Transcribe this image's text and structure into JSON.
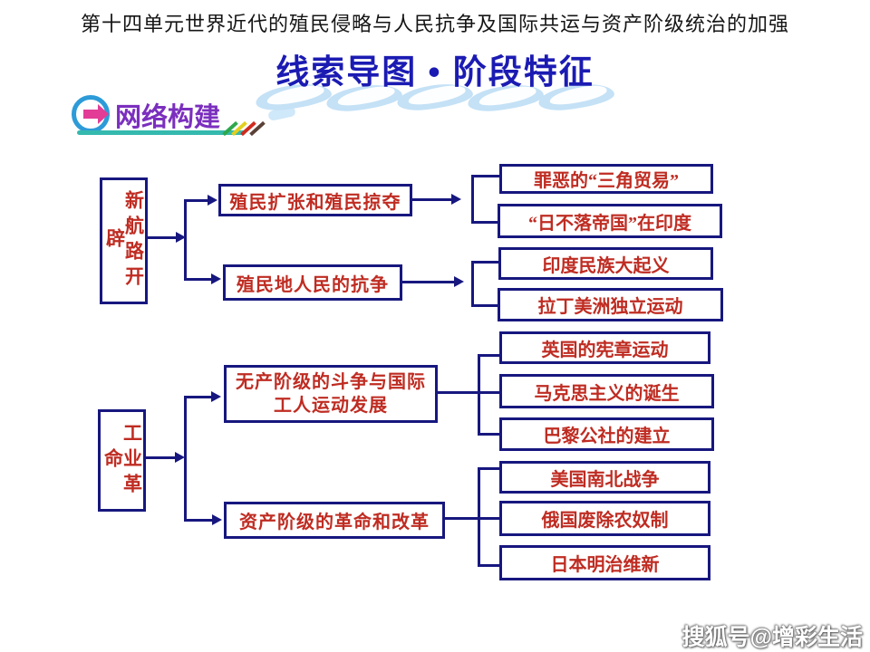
{
  "header": {
    "unit_title": "第十四单元世界近代的殖民侵略与人民抗争及国际共运与资产阶级统治的加强",
    "banner_title": "线索导图 • 阶段特征"
  },
  "badge": {
    "label": "网络构建"
  },
  "colors": {
    "box_border": "#17177f",
    "box_text_red": "#bf2c22",
    "banner_blue": "#1b1bb3",
    "cloud_blue": "#c4e1f6",
    "badge_purple": "#7b2fbe",
    "badge_teal": "#35b9ae",
    "ring_blue": "#2d9bd8",
    "arrow_pink": "#e23c96"
  },
  "diagram": {
    "groups": [
      {
        "root": "新航路开辟",
        "branches": [
          {
            "label": "殖民扩张和殖民掠夺",
            "children": [
              "罪恶的“三角贸易”",
              "“日不落帝国”在印度"
            ]
          },
          {
            "label": "殖民地人民的抗争",
            "children": [
              "印度民族大起义",
              "拉丁美洲独立运动"
            ]
          }
        ]
      },
      {
        "root": "工业革命",
        "branches": [
          {
            "label": "无产阶级的斗争与国际工人运动发展",
            "label_lines": [
              "无产阶级的斗争与国际",
              "工人运动发展"
            ],
            "children": [
              "英国的宪章运动",
              "马克思主义的诞生",
              "巴黎公社的建立"
            ]
          },
          {
            "label": "资产阶级的革命和改革",
            "children": [
              "美国南北战争",
              "俄国废除农奴制",
              "日本明治维新"
            ]
          }
        ]
      }
    ]
  },
  "watermark": {
    "text": "搜狐号@增彩生活"
  }
}
